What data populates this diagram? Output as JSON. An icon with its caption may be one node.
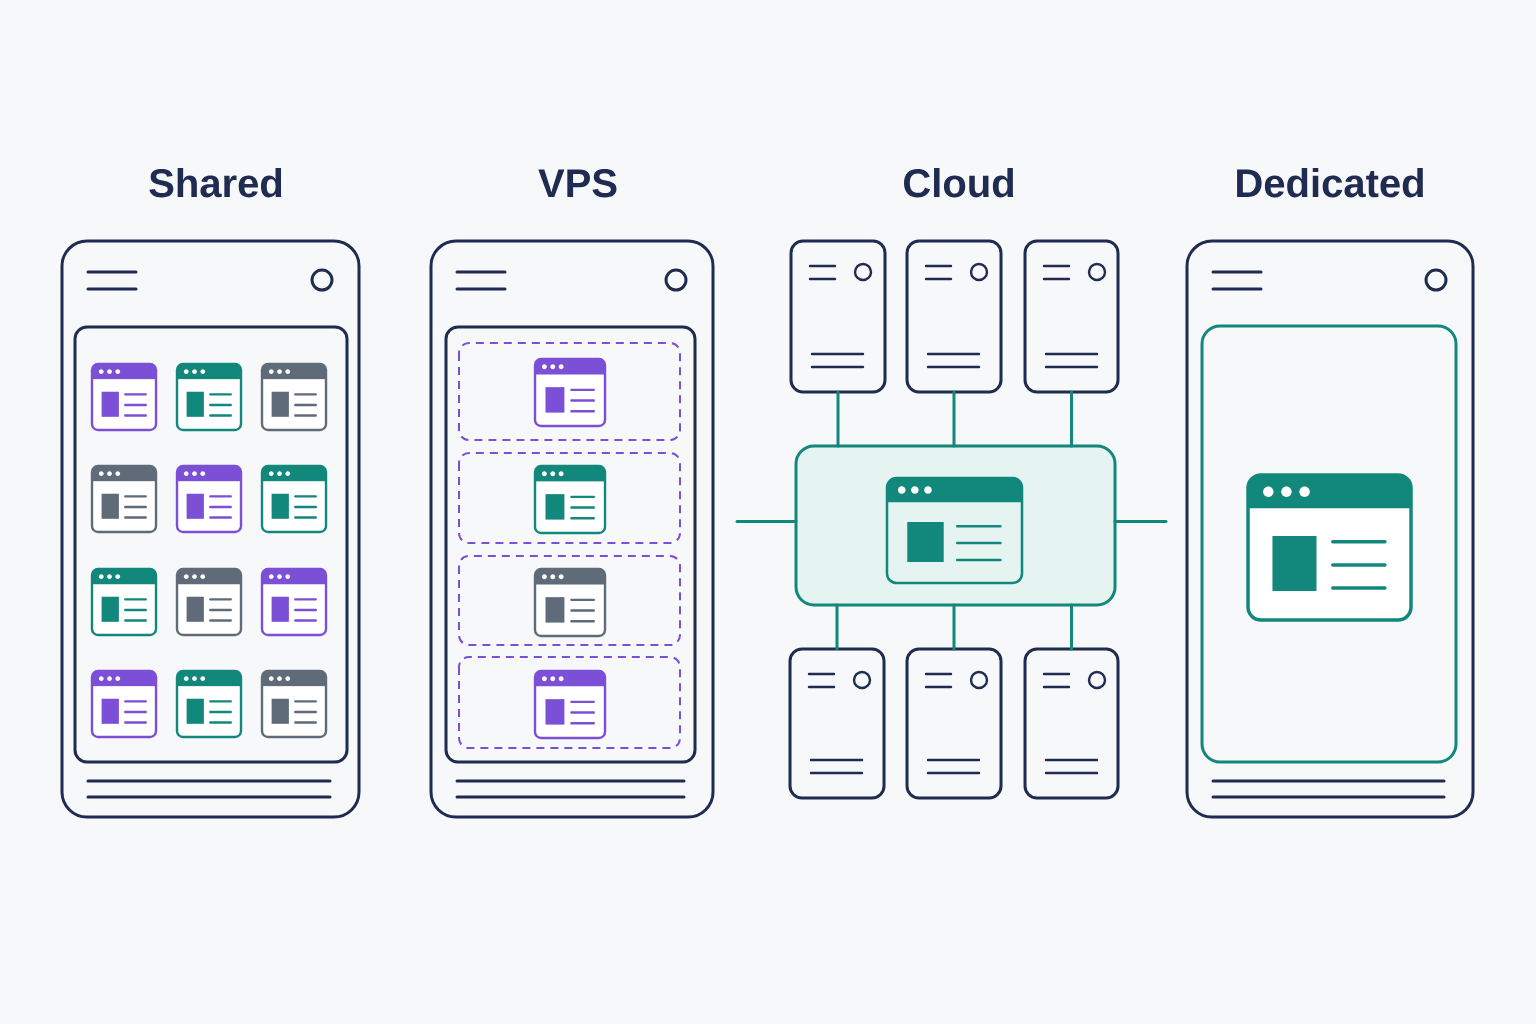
{
  "diagram": {
    "nodes": [
      {
        "text": [
          "Shared"
        ]
      },
      {
        "text": [
          "VPS"
        ]
      },
      {
        "text": [],
        "shape": "box"
      },
      {
        "text": [],
        "shape": "box"
      },
      {
        "text": [],
        "shape": "box"
      },
      {
        "text": [],
        "shape": "box"
      },
      {
        "text": [],
        "shape": "box"
      },
      {
        "text": [],
        "shape": "box"
      },
      {
        "text": [],
        "shape": "box"
      },
      {
        "text": [
          "Dedicated"
        ]
      }
    ],
    "edges": [
      {
        "from": 2,
        "to": 5,
        "arrow": "none"
      },
      {
        "from": 3,
        "to": 5,
        "arrow": "none"
      },
      {
        "from": 4,
        "to": 5,
        "arrow": "none"
      },
      {
        "from": 5,
        "to": 6,
        "arrow": "none"
      },
      {
        "from": 5,
        "to": 7,
        "arrow": "none"
      },
      {
        "from": 5,
        "to": 8,
        "arrow": "none"
      },
      {
        "from": null,
        "to": 5,
        "arrow": "none"
      },
      {
        "from": 5,
        "to": null,
        "arrow": "none"
      }
    ],
    "labels": [
      "Cloud"
    ]
  }
}
